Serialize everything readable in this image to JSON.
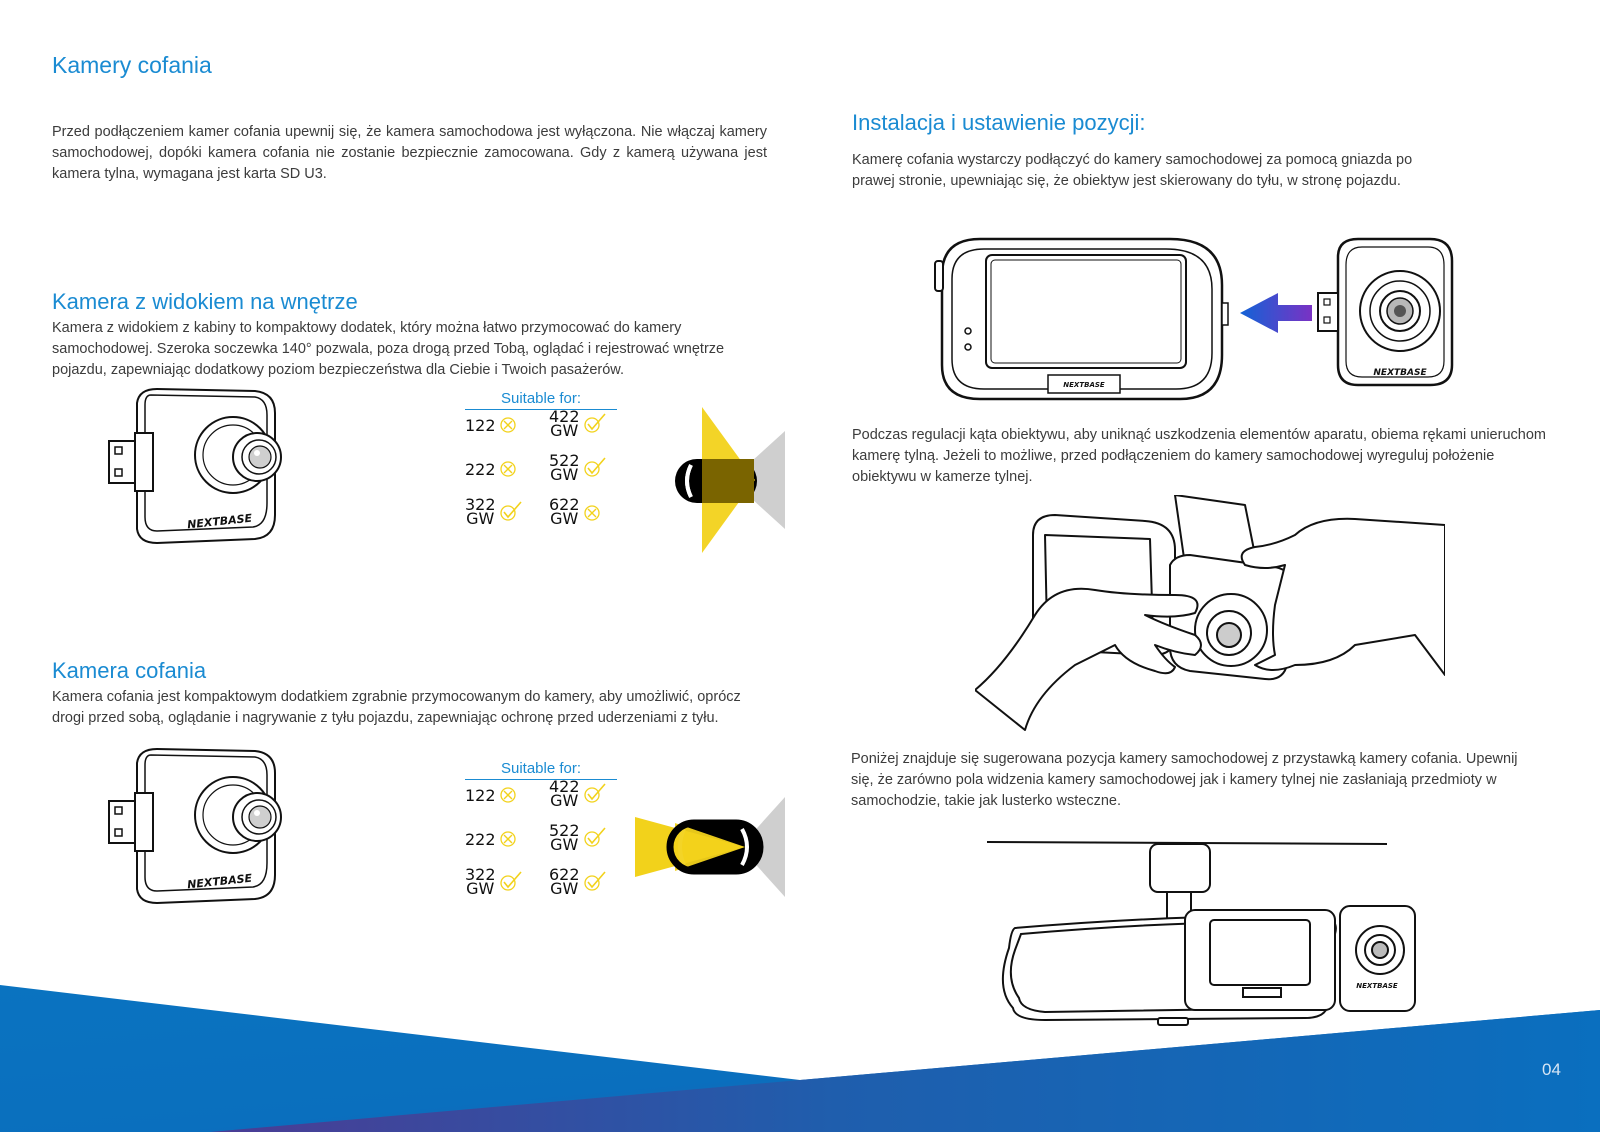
{
  "page_title": "Kamery cofania",
  "intro_text": "Przed podłączeniem kamer cofania upewnij się, że kamera samochodowa jest wyłączona. Nie włączaj kamery samochodowej, dopóki kamera cofania nie zostanie bezpiecznie zamocowana. Gdy z kamerą używana jest kamera tylna, wymagana jest karta SD U3.",
  "interior": {
    "heading": "Kamera z widokiem na wnętrze",
    "text": "Kamera z widokiem z kabiny to kompaktowy dodatek, który można łatwo przymocować do kamery samochodowej. Szeroka soczewka 140° pozwala, poza drogą przed Tobą, oglądać i rejestrować wnętrze pojazdu, zapewniając dodatkowy poziom bezpieczeństwa dla Ciebie i Twoich pasażerów.",
    "suitable_title": "Suitable for:",
    "models": [
      {
        "num": "122",
        "suffix": "",
        "compatible": false
      },
      {
        "num": "422",
        "suffix": "GW",
        "compatible": true
      },
      {
        "num": "222",
        "suffix": "",
        "compatible": false
      },
      {
        "num": "522",
        "suffix": "GW",
        "compatible": true
      },
      {
        "num": "322",
        "suffix": "GW",
        "compatible": true
      },
      {
        "num": "622",
        "suffix": "GW",
        "compatible": false
      }
    ]
  },
  "rear": {
    "heading": "Kamera cofania",
    "text": "Kamera cofania jest kompaktowym dodatkiem zgrabnie przymocowanym do kamery, aby umożliwić, oprócz drogi przed sobą, oglądanie i nagrywanie z tyłu pojazdu, zapewniając ochronę przed uderzeniami z tyłu.",
    "suitable_title": "Suitable for:",
    "models": [
      {
        "num": "122",
        "suffix": "",
        "compatible": false
      },
      {
        "num": "422",
        "suffix": "GW",
        "compatible": true
      },
      {
        "num": "222",
        "suffix": "",
        "compatible": false
      },
      {
        "num": "522",
        "suffix": "GW",
        "compatible": true
      },
      {
        "num": "322",
        "suffix": "GW",
        "compatible": true
      },
      {
        "num": "622",
        "suffix": "GW",
        "compatible": true
      }
    ]
  },
  "install": {
    "heading": "Instalacja i ustawienie pozycji:",
    "text1": "Kamerę cofania wystarczy podłączyć do kamery samochodowej za pomocą gniazda po prawej stronie, upewniając się, że obiektyw jest skierowany do tyłu, w stronę pojazdu.",
    "text2": "Podczas regulacji kąta obiektywu, aby uniknąć uszkodzenia elementów aparatu, obiema rękami unieruchom kamerę tylną. Jeżeli to możliwe, przed podłączeniem do kamery samochodowej wyreguluj położenie obiektywu w kamerze tylnej.",
    "text3": "Poniżej znajduje się sugerowana pozycja kamery samochodowej z przystawką kamery cofania. Upewnij się, że zarówno pola widzenia kamery samochodowej jak i kamery tylnej nie zasłaniają przedmioty w samochodzie, takie jak lusterko wsteczne."
  },
  "brand_logo": "NEXTBASE",
  "page_number": "04",
  "colors": {
    "accent_blue": "#1a8bd2",
    "check_yellow": "#f2d21b",
    "band_blue": "#0a75c2",
    "band_purple": "#5a3f92"
  },
  "icons": [
    "check-icon",
    "cross-icon",
    "arrow-left-icon"
  ]
}
